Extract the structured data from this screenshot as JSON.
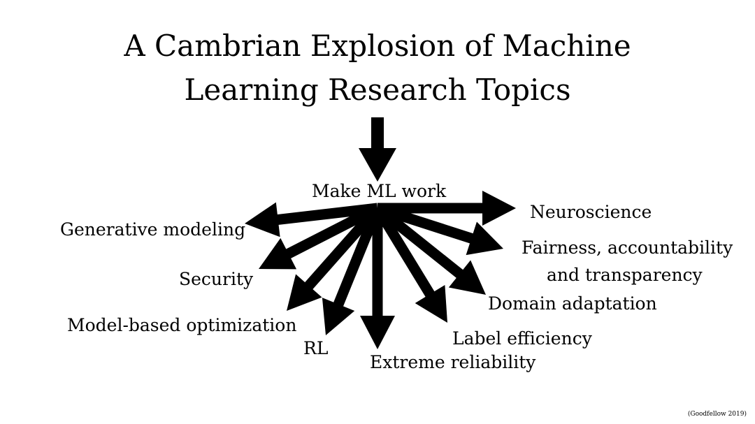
{
  "title": {
    "line1": "A Cambrian Explosion of Machine",
    "line2": "Learning Research Topics"
  },
  "hub": {
    "label": "Make ML work"
  },
  "topics": {
    "neuroscience": "Neuroscience",
    "generative_modeling": "Generative modeling",
    "fairness_line1": "Fairness, accountability",
    "fairness_line2": "and transparency",
    "security": "Security",
    "domain_adaptation": "Domain adaptation",
    "model_based_optimization": "Model-based optimization",
    "label_efficiency": "Label efficiency",
    "rl": "RL",
    "extreme_reliability": "Extreme reliability"
  },
  "credit": "(Goodfellow 2019)",
  "colors": {
    "arrow": "#000000",
    "background": "#ffffff"
  }
}
